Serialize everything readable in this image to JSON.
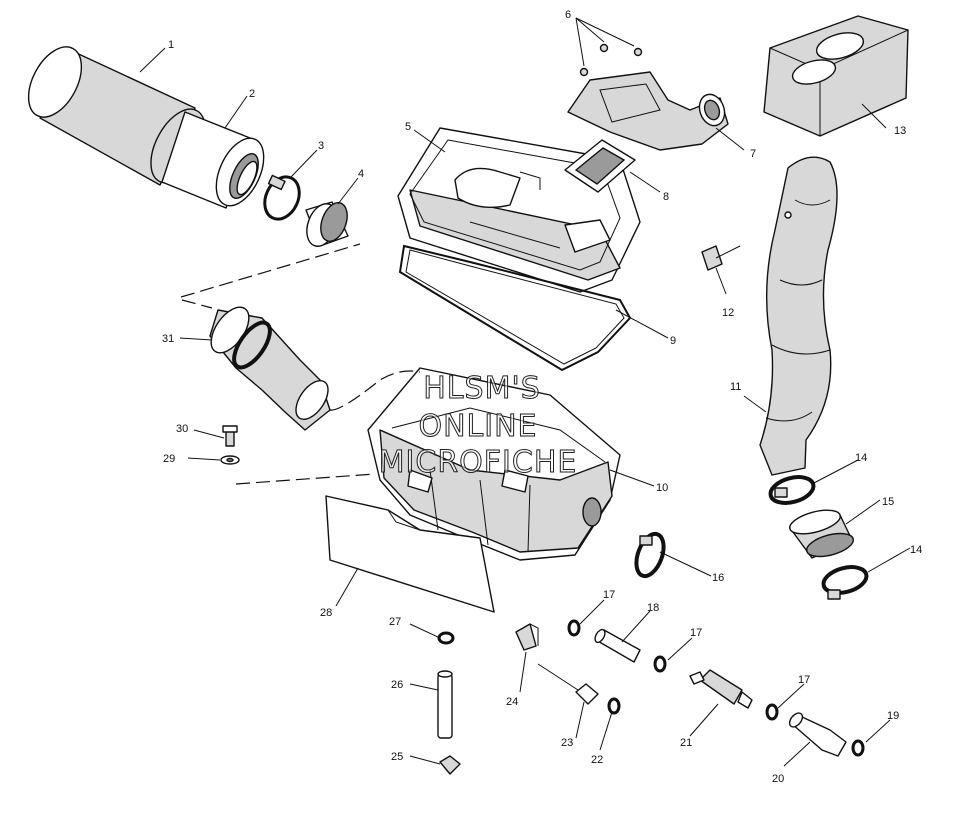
{
  "watermark": {
    "line1": "HLSM'S",
    "line2": "ONLINE",
    "line3": "MICROFICHE"
  },
  "callouts": [
    {
      "id": "1",
      "label": "1"
    },
    {
      "id": "2",
      "label": "2"
    },
    {
      "id": "3",
      "label": "3"
    },
    {
      "id": "4",
      "label": "4"
    },
    {
      "id": "5",
      "label": "5"
    },
    {
      "id": "6",
      "label": "6"
    },
    {
      "id": "7",
      "label": "7"
    },
    {
      "id": "8",
      "label": "8"
    },
    {
      "id": "9",
      "label": "9"
    },
    {
      "id": "10",
      "label": "10"
    },
    {
      "id": "11",
      "label": "11"
    },
    {
      "id": "12",
      "label": "12"
    },
    {
      "id": "13",
      "label": "13"
    },
    {
      "id": "14",
      "label": "14"
    },
    {
      "id": "15",
      "label": "15"
    },
    {
      "id": "16",
      "label": "16"
    },
    {
      "id": "17",
      "label": "17"
    },
    {
      "id": "18",
      "label": "18"
    },
    {
      "id": "19",
      "label": "19"
    },
    {
      "id": "20",
      "label": "20"
    },
    {
      "id": "21",
      "label": "21"
    },
    {
      "id": "22",
      "label": "22"
    },
    {
      "id": "23",
      "label": "23"
    },
    {
      "id": "24",
      "label": "24"
    },
    {
      "id": "25",
      "label": "25"
    },
    {
      "id": "26",
      "label": "26"
    },
    {
      "id": "27",
      "label": "27"
    },
    {
      "id": "28",
      "label": "28"
    },
    {
      "id": "29",
      "label": "29"
    },
    {
      "id": "30",
      "label": "30"
    },
    {
      "id": "31",
      "label": "31"
    }
  ]
}
